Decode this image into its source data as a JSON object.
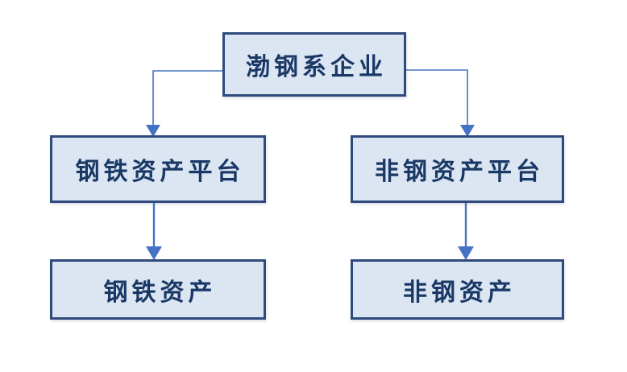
{
  "diagram": {
    "type": "flowchart",
    "description": "Two-branch hierarchy chart of Bohai Steel group enterprises",
    "nodes": {
      "root": {
        "id": "root",
        "label": "渤钢系企业"
      },
      "left_platform": {
        "id": "left_platform",
        "label": "钢铁资产平台"
      },
      "right_platform": {
        "id": "right_platform",
        "label": "非钢资产平台"
      },
      "left_asset": {
        "id": "left_asset",
        "label": "钢铁资产"
      },
      "right_asset": {
        "id": "right_asset",
        "label": "非钢资产"
      }
    },
    "edges": [
      {
        "from": "root",
        "to": "left_platform"
      },
      {
        "from": "root",
        "to": "right_platform"
      },
      {
        "from": "left_platform",
        "to": "left_asset"
      },
      {
        "from": "right_platform",
        "to": "right_asset"
      }
    ],
    "colors": {
      "node_fill": "#dbe6f2",
      "node_border": "#2f4a7d",
      "text": "#1a3866",
      "connector": "#4472c4",
      "background": "#ffffff"
    }
  }
}
